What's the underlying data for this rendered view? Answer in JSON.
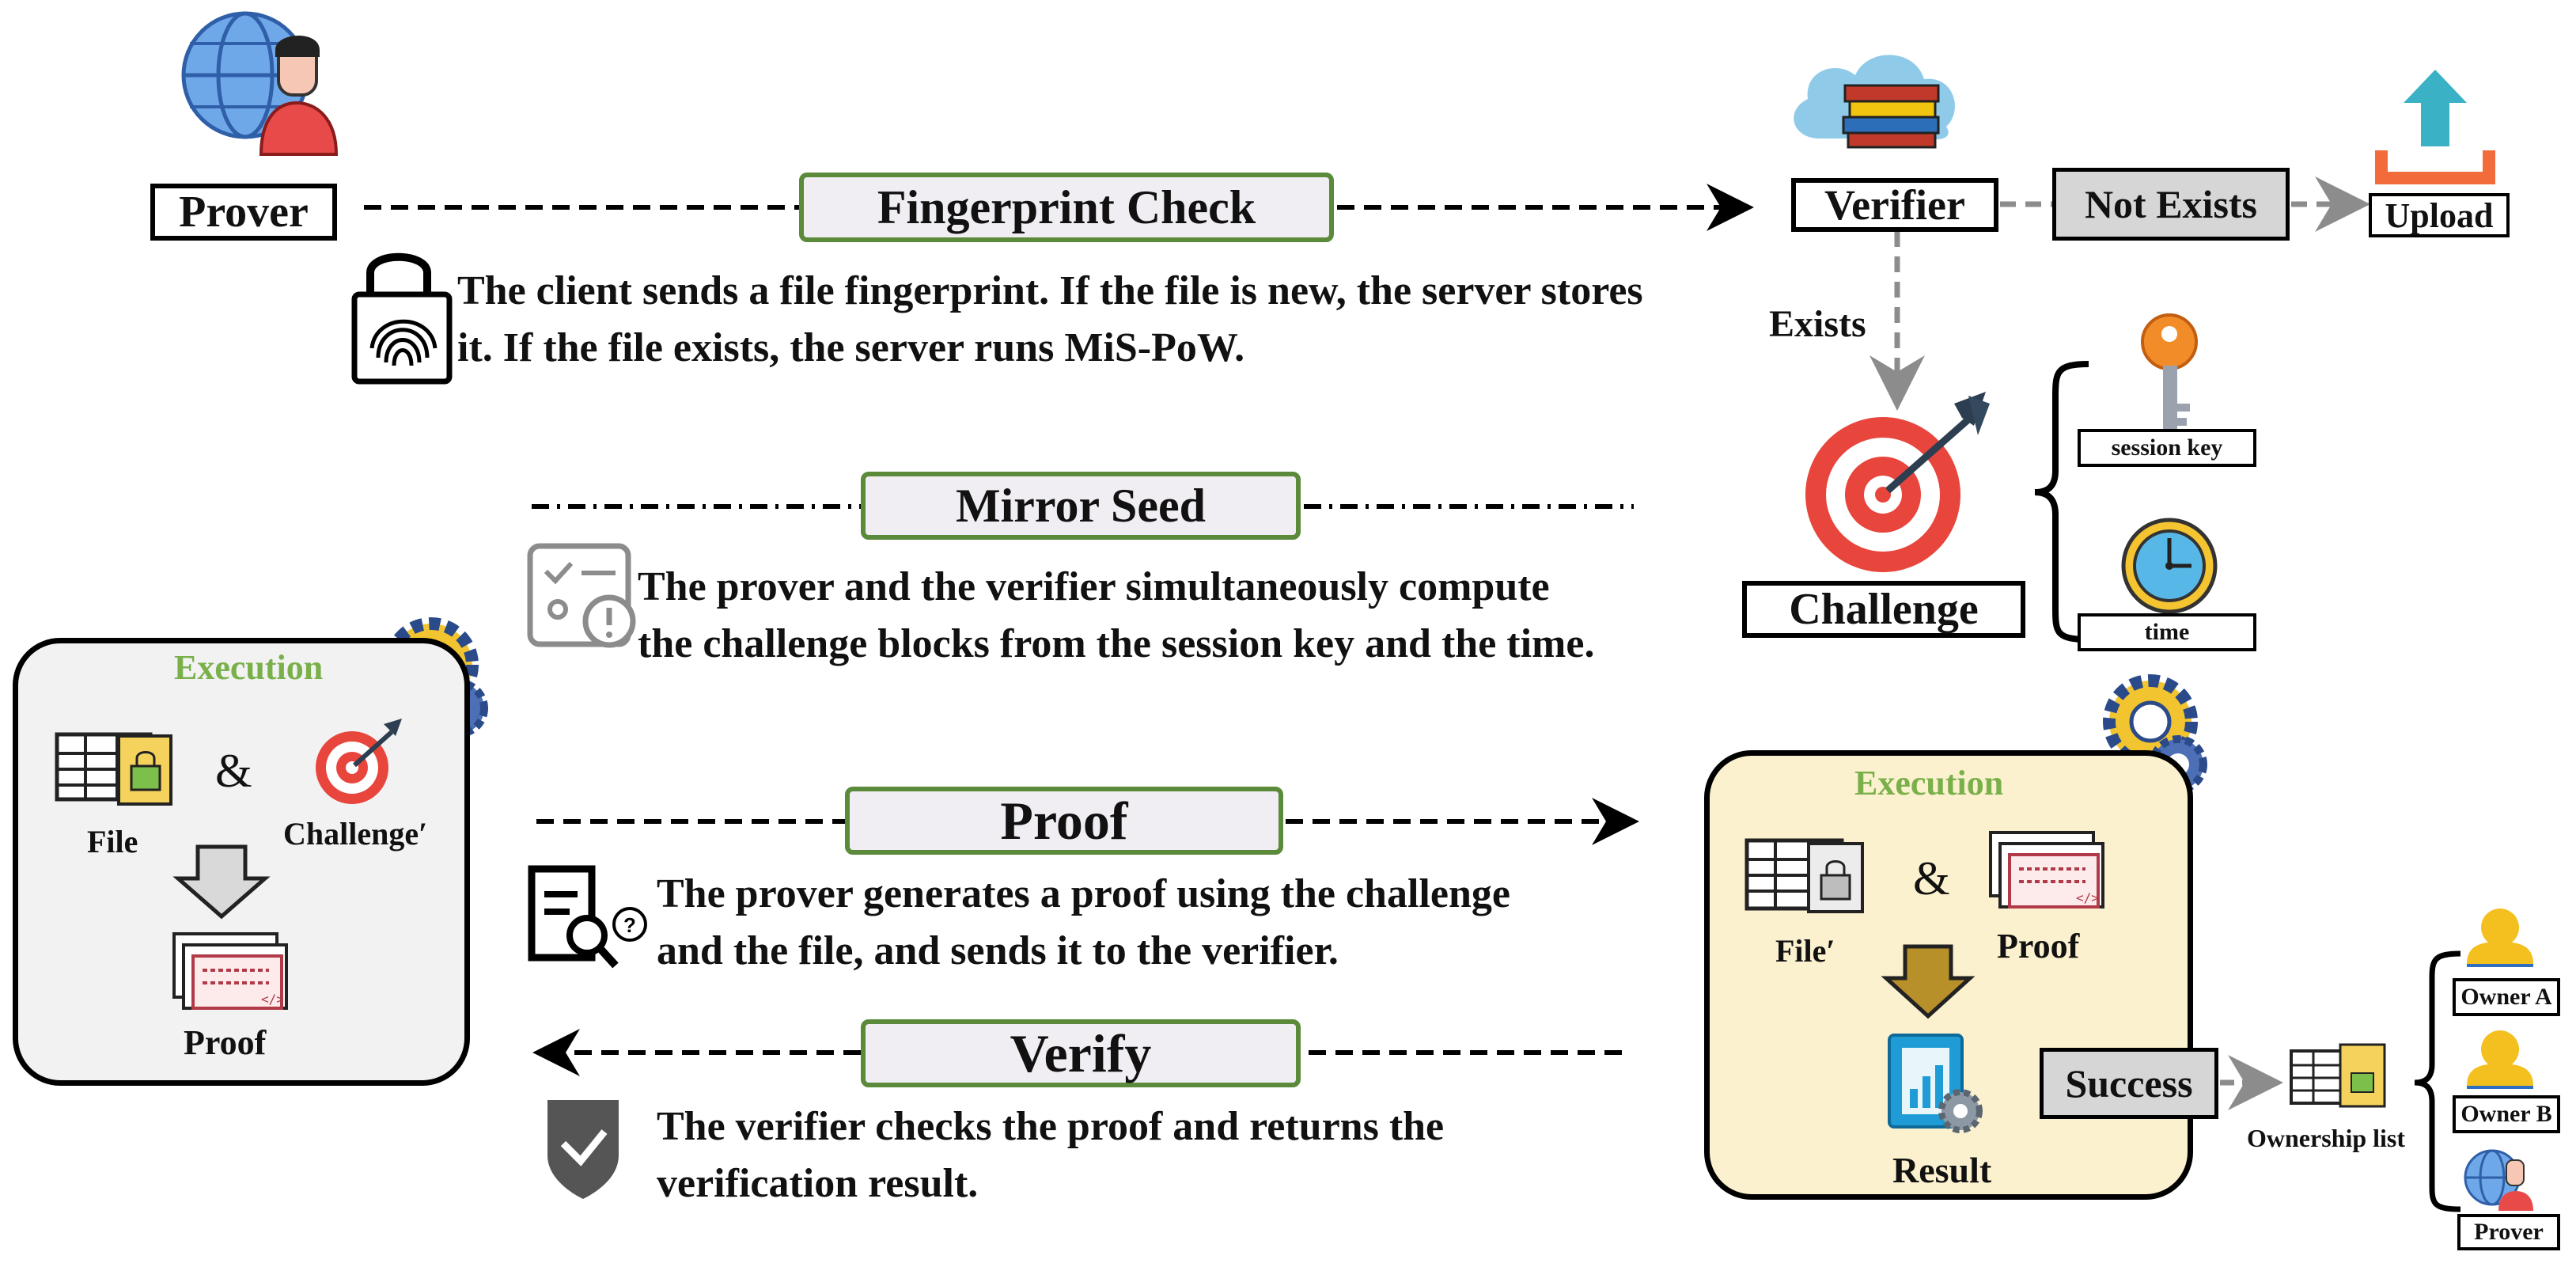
{
  "prover": {
    "label": "Prover"
  },
  "verifier": {
    "label": "Verifier"
  },
  "not_exists": {
    "label": "Not Exists"
  },
  "upload": {
    "label": "Upload"
  },
  "exists": {
    "label": "Exists"
  },
  "challenge": {
    "label": "Challenge",
    "session_key": "session key",
    "time": "time"
  },
  "steps": {
    "fingerprint": {
      "title": "Fingerprint Check",
      "line1": "The client sends a file fingerprint. If the file is new, the server stores",
      "line2": "it. If the file exists, the server runs MiS-PoW."
    },
    "mirror": {
      "title": "Mirror Seed",
      "line1": "The prover and the verifier simultaneously compute",
      "line2": "the challenge blocks from the session key and the time."
    },
    "proof": {
      "title": "Proof",
      "line1": "The prover generates a proof using the challenge",
      "line2": "and the file, and sends it to the verifier."
    },
    "verify": {
      "title": "Verify",
      "line1": "The verifier checks the proof and returns the",
      "line2": "verification result."
    }
  },
  "left_panel": {
    "title": "Execution",
    "file": "File",
    "amp": "&",
    "challenge": "Challenge′",
    "proof": "Proof"
  },
  "right_panel": {
    "title": "Execution",
    "file": "File′",
    "amp": "&",
    "proof": "Proof",
    "result": "Result"
  },
  "success": {
    "label": "Success"
  },
  "ownership": {
    "label": "Ownership list",
    "owners": [
      "Owner A",
      "Owner B",
      "Prover"
    ]
  },
  "colors": {
    "green_border": "#5a8a3a",
    "green_text": "#7ab04a",
    "right_panel_bg": "#fcf1cf",
    "left_panel_bg": "#f2f2f2",
    "target_red": "#e8453c",
    "upload_teal": "#3ab1c4",
    "upload_orange": "#f26b3a",
    "arrow_gold": "#b8902a",
    "dashed_gray": "#8c8c8c"
  }
}
